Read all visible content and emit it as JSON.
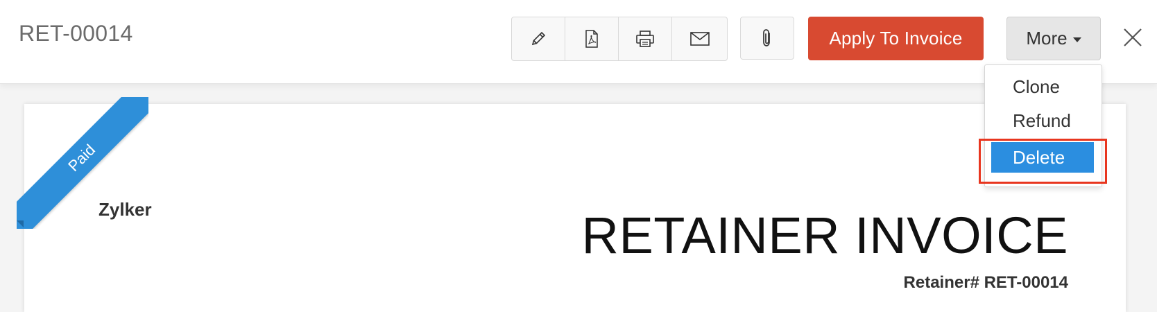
{
  "header": {
    "doc_id": "RET-00014",
    "toolbar": {
      "edit_icon": "pencil-icon",
      "pdf_icon": "pdf-icon",
      "print_icon": "printer-icon",
      "email_icon": "envelope-icon",
      "attach_icon": "paperclip-icon"
    },
    "apply_label": "Apply To Invoice",
    "more_label": "More",
    "close_icon": "close-icon"
  },
  "dropdown": {
    "items": [
      {
        "label": "Clone"
      },
      {
        "label": "Refund"
      },
      {
        "label": "Delete"
      }
    ]
  },
  "document": {
    "status_ribbon": "Paid",
    "company": "Zylker",
    "title": "RETAINER INVOICE",
    "retainer_number": "Retainer# RET-00014"
  },
  "colors": {
    "accent_red": "#d84a31",
    "accent_blue": "#2e8fd9",
    "highlight": "#e8361f"
  }
}
